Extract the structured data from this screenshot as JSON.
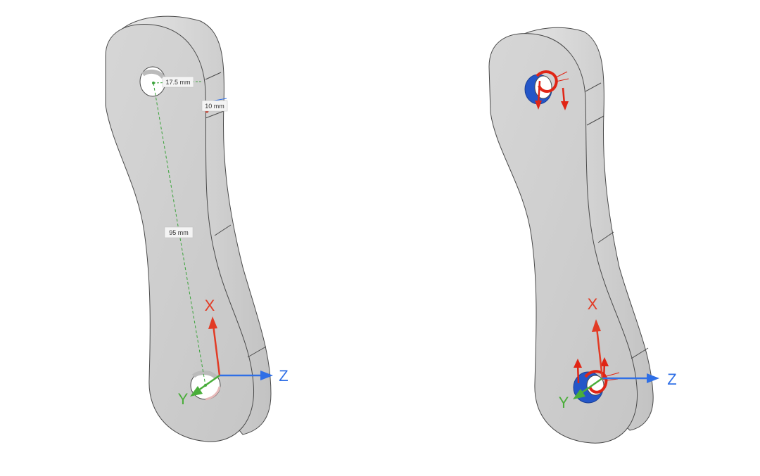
{
  "left_view": {
    "dimensions": {
      "hole_diameter": "17.5 mm",
      "thickness": "10 mm",
      "center_distance": "95 mm"
    },
    "axes": {
      "x": "X",
      "y": "Y",
      "z": "Z"
    }
  },
  "right_view": {
    "axes": {
      "x": "X",
      "y": "Y",
      "z": "Z"
    }
  },
  "colors": {
    "part_face": "#cfcfcf",
    "part_side": "#bdbdbd",
    "edge": "#4a4a4a",
    "dimension": "#3aa33a",
    "axis_x": "#e23b25",
    "axis_y": "#4aae3a",
    "axis_z": "#2f6fe6",
    "load": "#e02515",
    "constraint": "#2456c8"
  }
}
